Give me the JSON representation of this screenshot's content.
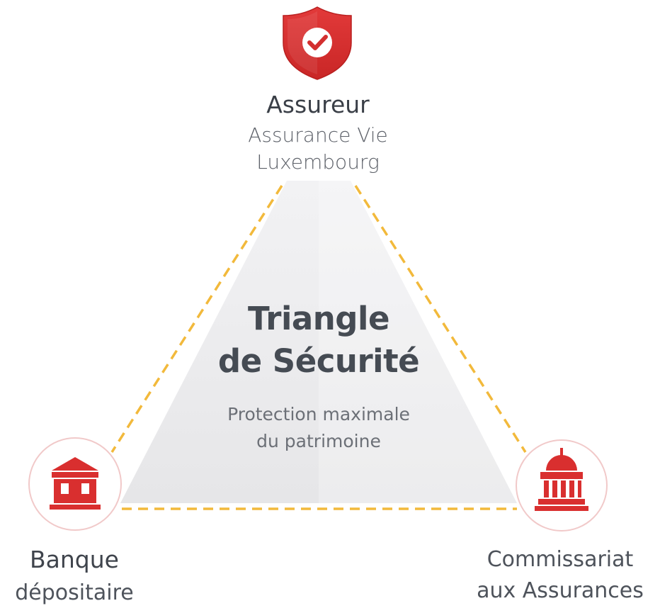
{
  "top": {
    "icon": "shield-check-icon",
    "title": "Assureur",
    "subtitle_line1": "Assurance Vie",
    "subtitle_line2": "Luxembourg"
  },
  "center": {
    "title_line1": "Triangle",
    "title_line2": "de Sécurité",
    "subtitle_line1": "Protection maximale",
    "subtitle_line2": "du patrimoine"
  },
  "left": {
    "icon": "bank-icon",
    "title": "Banque",
    "subtitle": "dépositaire"
  },
  "right": {
    "icon": "government-building-icon",
    "title_line1": "Commissariat",
    "title_line2": "aux Assurances"
  },
  "colors": {
    "accent_red": "#d92f2f",
    "dashed_yellow": "#f2b93b",
    "triangle_fill": "#ececee",
    "text_dark": "#3a3f47",
    "text_gray": "#5d6169"
  }
}
